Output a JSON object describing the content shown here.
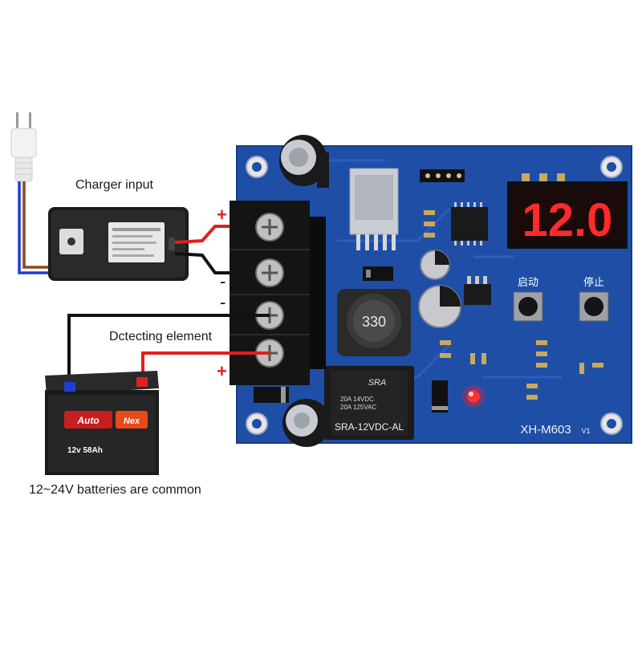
{
  "labels": {
    "charger_input": "Charger input",
    "detecting_element": "Dctecting element",
    "batteries": "12~24V batteries are common"
  },
  "terminals": {
    "plus_top": "+",
    "minus_mid": "-",
    "minus_low": "-",
    "plus_bottom": "+"
  },
  "board": {
    "display_value": "12.0",
    "model": "XH-M603",
    "version": "V1",
    "button_start": "启动",
    "button_stop": "停止",
    "inductor_code": "330",
    "relay_brand": "SRA",
    "relay_rating_1": "20A 14VDC",
    "relay_rating_2": "20A 125VAC",
    "relay_model": "SRA-12VDC-AL"
  },
  "battery": {
    "brand_left": "Auto",
    "brand_right": "Nex",
    "spec": "12v 58Ah"
  },
  "colors": {
    "pcb": "#1f4ea6",
    "display_digits": "#ff2a2a",
    "wire_positive": "#e02020",
    "wire_negative": "#111111",
    "led": "#ff2020",
    "mains_live": "#8b4a1e",
    "mains_neutral": "#1e3fd0"
  },
  "icons": [
    "power-plug-icon",
    "charger-adapter-icon",
    "car-battery-icon"
  ]
}
